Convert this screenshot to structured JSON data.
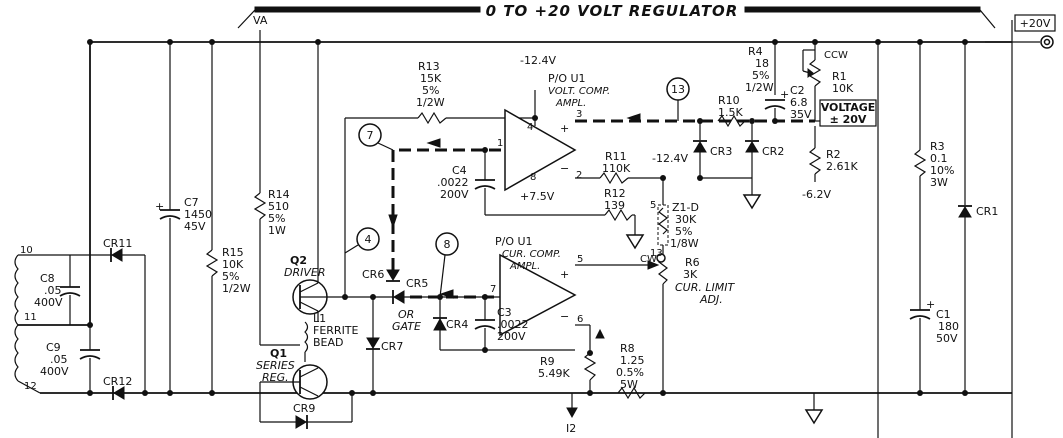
{
  "title": "0 TO +20 VOLT REGULATOR",
  "output_label": "+20V",
  "nodes": {
    "va": "VA",
    "v_neg_top": "-12.4V",
    "v_neg_mid": "-12.4V",
    "v_pos75": "+7.5V",
    "v_neg62": "-6.2V",
    "i2": "I2"
  },
  "callouts": [
    "7",
    "4",
    "8",
    "13"
  ],
  "ics": {
    "volt_comp": {
      "title": "P/O U1",
      "sub1": "VOLT. COMP.",
      "sub2": "AMPL.",
      "pins": [
        "4",
        "3",
        "1",
        "8",
        "2"
      ]
    },
    "cur_comp": {
      "title": "P/O U1",
      "sub1": "CUR. COMP.",
      "sub2": "AMPL.",
      "pins": [
        "5",
        "7",
        "6"
      ]
    }
  },
  "transistors": {
    "q2": {
      "ref": "Q2",
      "desc": "DRIVER"
    },
    "q1": {
      "ref": "Q1",
      "desc1": "SERIES",
      "desc2": "REG."
    }
  },
  "resistors": {
    "r13": [
      "R13",
      "15K",
      "5%",
      "1/2W"
    ],
    "r14": [
      "R14",
      "510",
      "5%",
      "1W"
    ],
    "r15": [
      "R15",
      "10K",
      "5%",
      "1/2W"
    ],
    "r10": [
      "R10",
      "1.5K"
    ],
    "r11": [
      "R11",
      "110K"
    ],
    "r12": [
      "R12",
      "139"
    ],
    "r4": [
      "R4",
      "18",
      "5%",
      "1/2W"
    ],
    "r1": [
      "R1",
      "10K"
    ],
    "r2": [
      "R2",
      "2.61K"
    ],
    "r3": [
      "R3",
      "0.1",
      "10%",
      "3W"
    ],
    "r6": [
      "R6",
      "3K"
    ],
    "r6_desc": [
      "CUR. LIMIT",
      "ADJ."
    ],
    "r8": [
      "R8",
      "1.25",
      "0.5%",
      "5W"
    ],
    "r9": [
      "R9",
      "5.49K"
    ]
  },
  "capacitors": {
    "c4": [
      "C4",
      ".0022",
      "200V"
    ],
    "c3": [
      "C3",
      ".0022",
      "200V"
    ],
    "c7": [
      "C7",
      "1450",
      "45V"
    ],
    "c8": [
      "C8",
      ".05",
      "400V"
    ],
    "c9": [
      "C9",
      ".05",
      "400V"
    ],
    "c2": [
      "C2",
      "6.8",
      "35V"
    ],
    "c1": [
      "C1",
      "180",
      "50V"
    ]
  },
  "diodes": [
    "CR11",
    "CR12",
    "CR6",
    "CR5",
    "CR4",
    "CR7",
    "CR9",
    "CR3",
    "CR2",
    "CR1"
  ],
  "zener": [
    "Z1-D",
    "30K",
    "5%",
    "1/8W"
  ],
  "misc": {
    "or_gate": [
      "OR",
      "GATE"
    ],
    "ferrite": [
      "L1",
      "FERRITE",
      "BEAD"
    ],
    "voltage_box": [
      "VOLTAGE",
      "± 20V"
    ],
    "ccw": "CCW",
    "cw": "CW",
    "r6_pin": "13",
    "z1_pin": "5",
    "xfmr_taps": [
      "10",
      "11",
      "12"
    ]
  }
}
